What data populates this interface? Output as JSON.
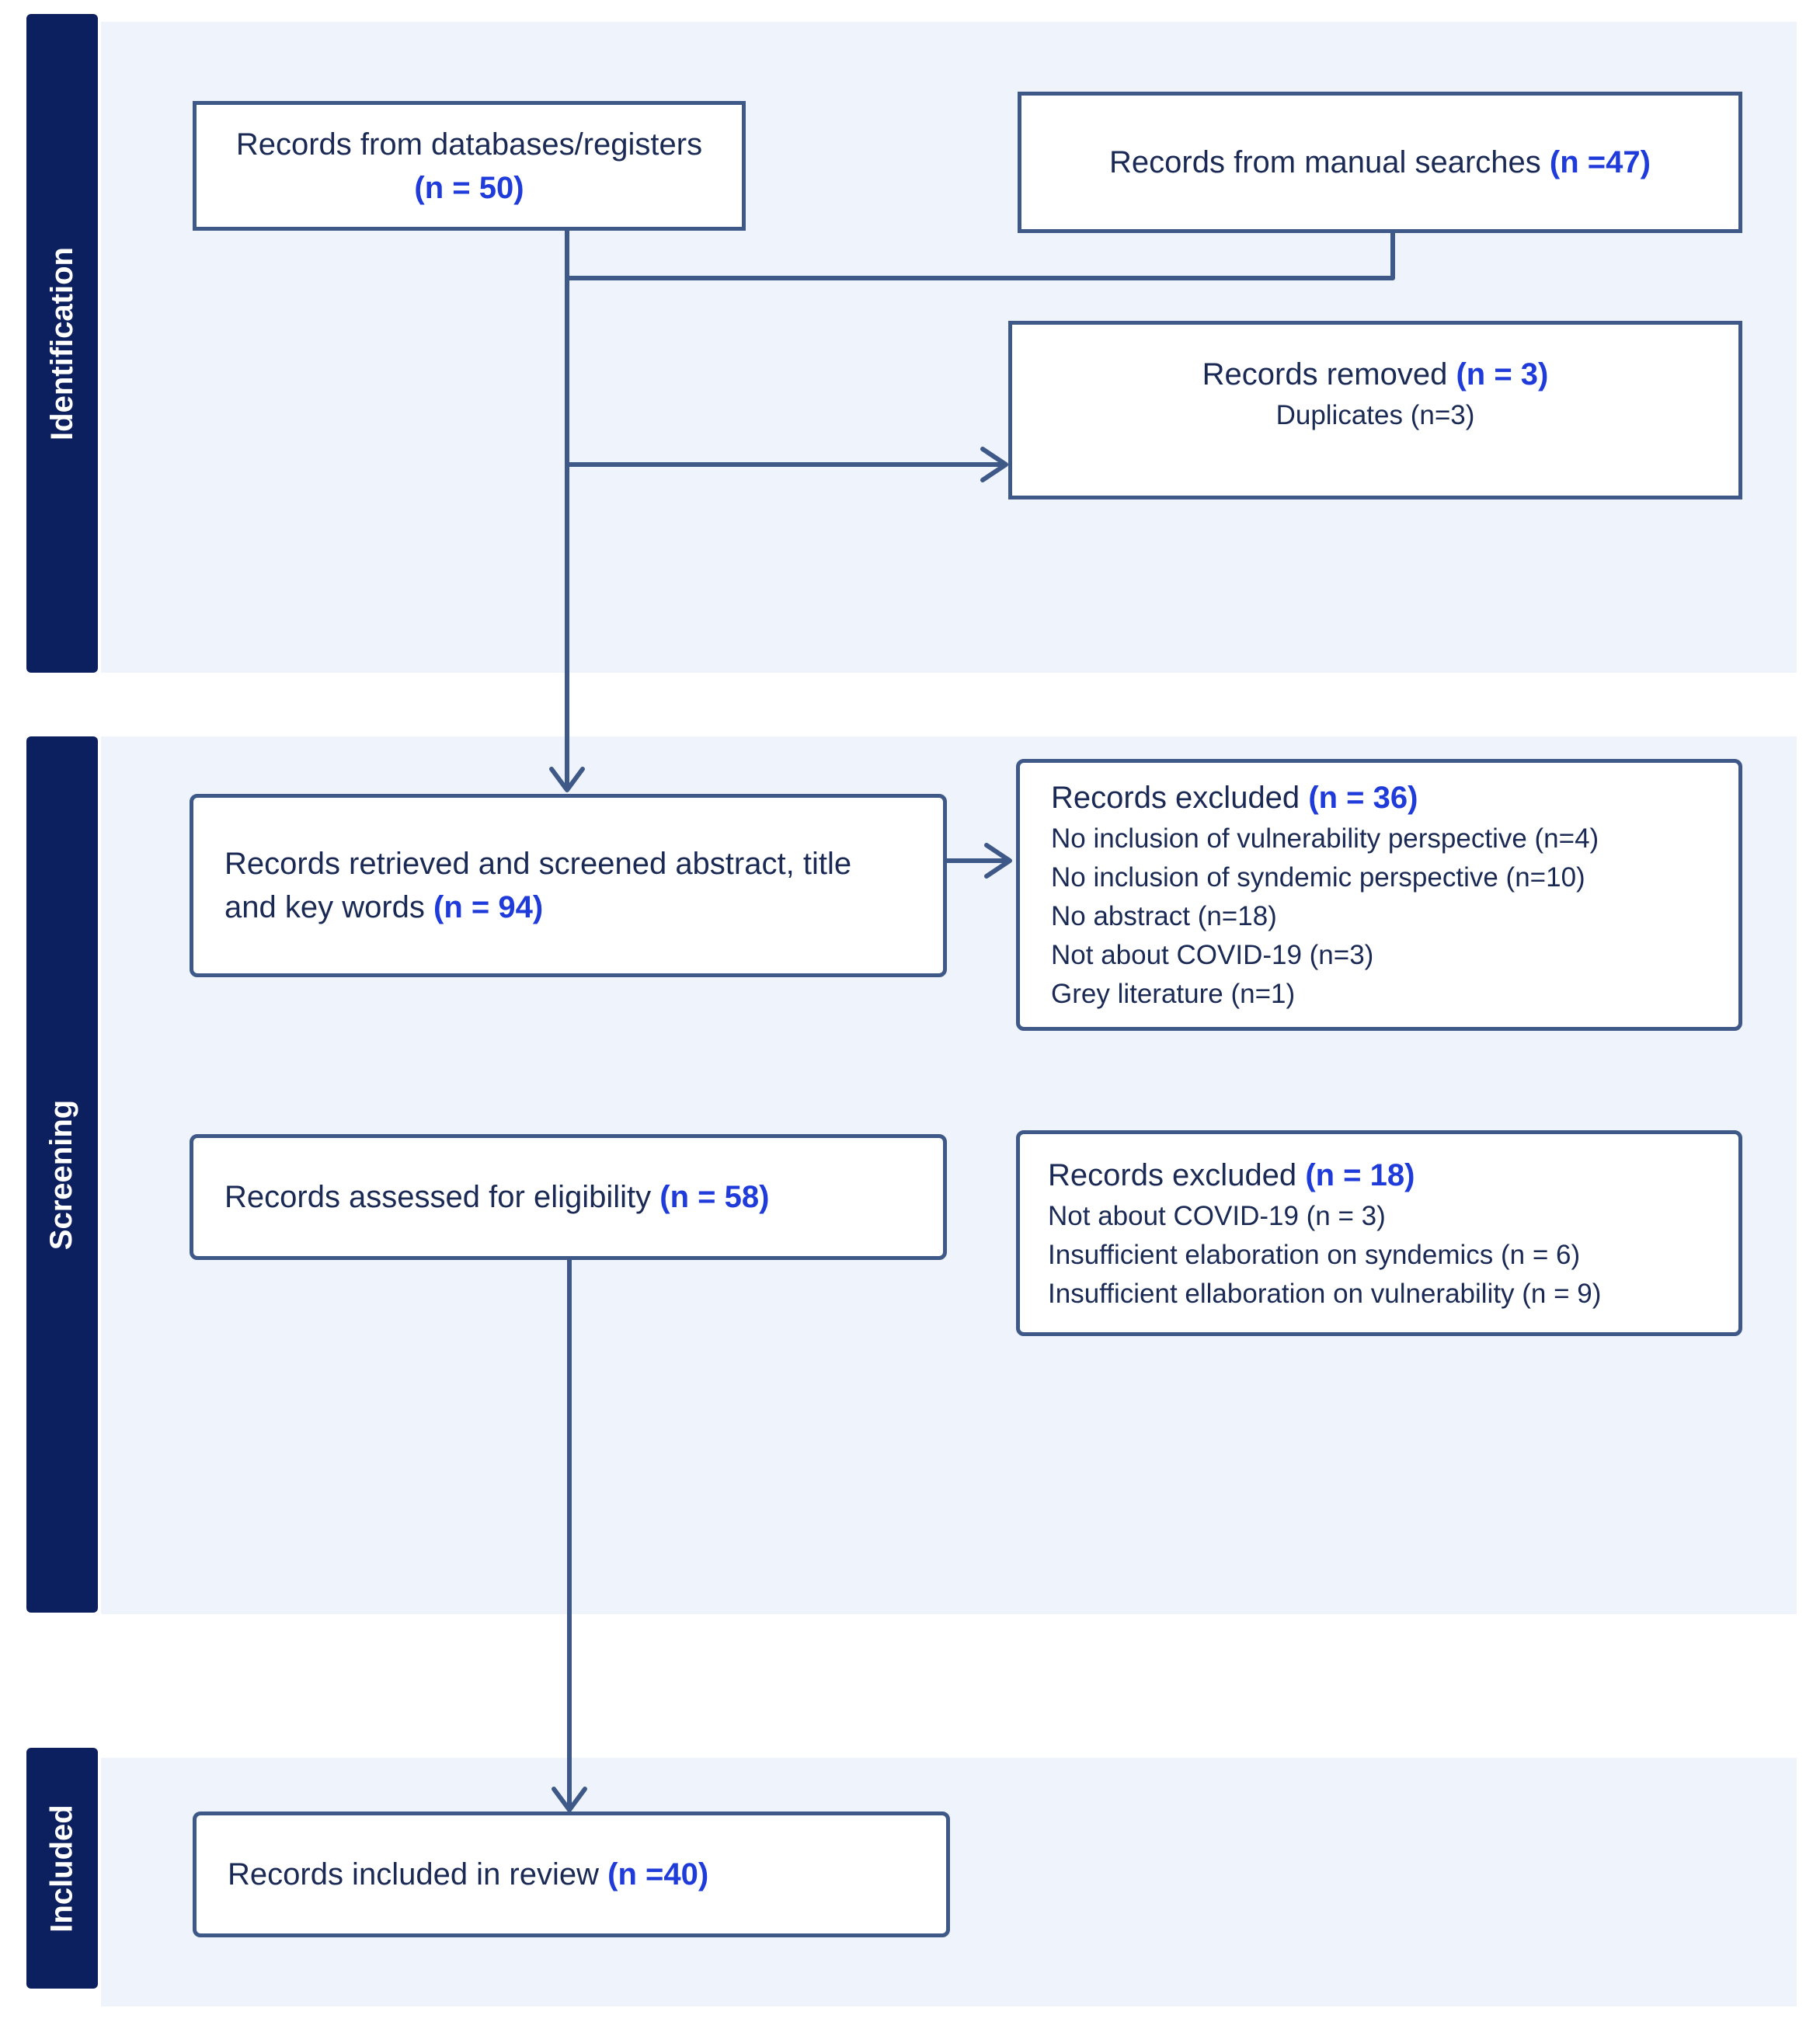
{
  "phases": {
    "identification": "Identification",
    "screening": "Screening",
    "included": "Included"
  },
  "boxes": {
    "databases": {
      "text": "Records from databases/registers",
      "n": "(n = 50)"
    },
    "manual": {
      "text": "Records from manual searches",
      "n": "(n =47)"
    },
    "removed": {
      "text": "Records removed",
      "n": "(n = 3)",
      "details": [
        "Duplicates (n=3)"
      ]
    },
    "screened": {
      "text_line1": "Records retrieved and screened abstract, title",
      "text_line2": "and key words",
      "n": "(n = 94)"
    },
    "excluded_screening": {
      "text": "Records excluded",
      "n": "(n = 36)",
      "details": [
        "No inclusion of vulnerability perspective (n=4)",
        "No inclusion of syndemic perspective (n=10)",
        "No abstract (n=18)",
        "Not about COVID-19 (n=3)",
        "Grey literature  (n=1)"
      ]
    },
    "eligibility": {
      "text": "Records assessed for eligibility",
      "n": "(n = 58)"
    },
    "excluded_eligibility": {
      "text": "Records excluded",
      "n": "(n = 18)",
      "details": [
        "Not about COVID-19 (n = 3)",
        "Insufficient elaboration on syndemics (n = 6)",
        "Insufficient ellaboration on vulnerability (n = 9)"
      ]
    },
    "included": {
      "text": "Records included in review",
      "n": "(n =40)"
    }
  },
  "colors": {
    "phase_bar": "#0c1f5e",
    "band_bg": "#eef3fc",
    "box_border": "#3e5888",
    "count_text": "#1f3bd9",
    "body_text": "#1a2a55"
  }
}
